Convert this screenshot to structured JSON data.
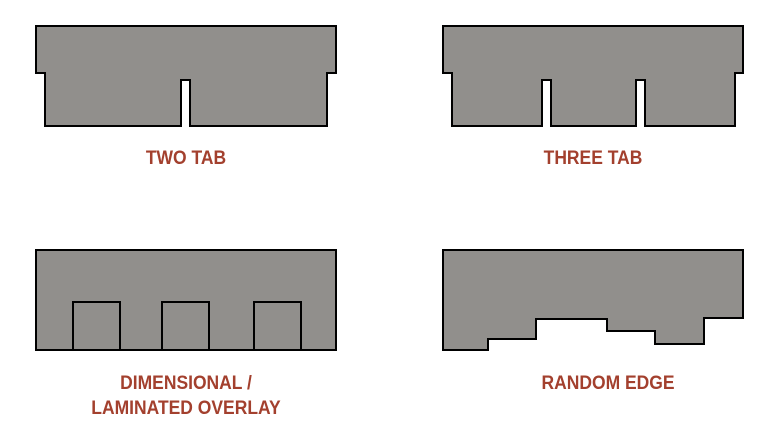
{
  "colors": {
    "fill": "#918f8c",
    "stroke": "#000000",
    "label": "#a3402e"
  },
  "shingles": [
    {
      "label": "TWO TAB"
    },
    {
      "label": "THREE TAB"
    },
    {
      "label_line1": "DIMENSIONAL /",
      "label_line2": "LAMINATED OVERLAY"
    },
    {
      "label": "RANDOM EDGE"
    }
  ]
}
